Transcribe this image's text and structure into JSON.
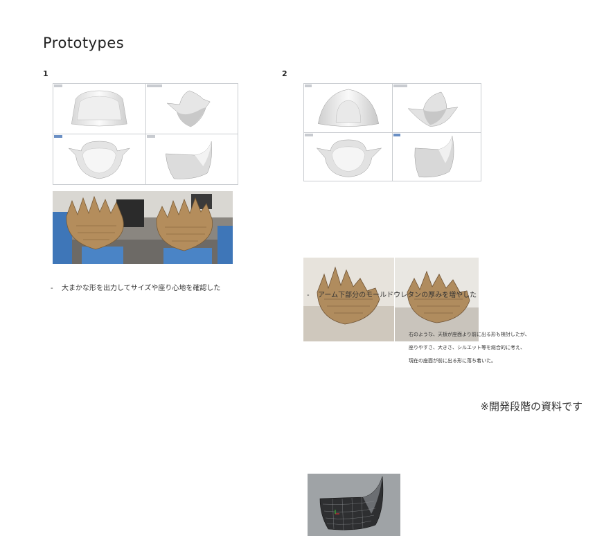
{
  "title": "Prototypes",
  "section1": {
    "number": "1",
    "caption": "大まかな形を出力してサイズや座り心地を確認した"
  },
  "section2": {
    "number": "2",
    "caption": "アーム下部分のモールドウレタンの厚みを増やした",
    "note_lines": [
      "右のような、天板が座面より前に出る形も検討したが、",
      "座りやすさ、大きさ、シルエット等を総合的に考え、",
      "現在の座面が前に出る形に落ち着いた。"
    ]
  },
  "footer": "※開発段階の資料です",
  "bullet": "-"
}
